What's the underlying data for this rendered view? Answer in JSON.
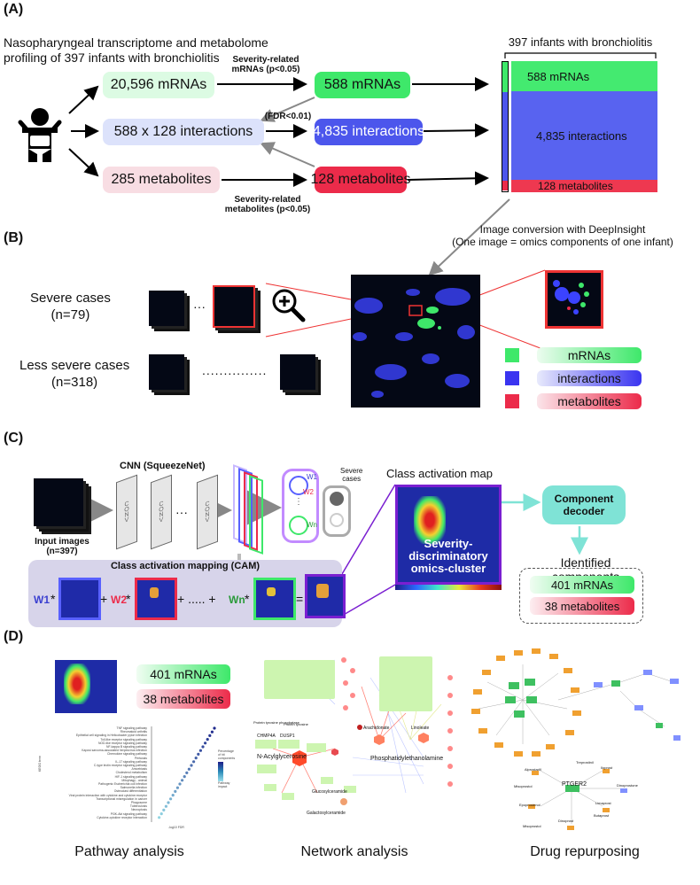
{
  "panels": {
    "a": "(A)",
    "b": "(B)",
    "c": "(C)",
    "d": "(D)"
  },
  "panel_a": {
    "heading_line1": "Nasopharyngeal transcriptome and metabolome",
    "heading_line2": "profiling of 397 infants with bronchiolitis",
    "box_mrna_all": "20,596 mRNAs",
    "box_mrna_sel": "588 mRNAs",
    "box_inter_all": "588 x 128 interactions",
    "box_inter_sel": "4,835 interactions",
    "box_met_all": "285 metabolites",
    "box_met_sel": "128 metabolites",
    "label_mrna_1": "Severity-related",
    "label_mrna_2": "mRNAs (p<0.05)",
    "label_fdr": "(FDR<0.01)",
    "label_met_1": "Severity-related",
    "label_met_2": "metabolites (p<0.05)",
    "matrix_title": "397 infants with bronchiolitis",
    "matrix_mrna": "588 mRNAs",
    "matrix_inter": "4,835 interactions",
    "matrix_met": "128 metabolites"
  },
  "panel_b": {
    "conv_line1": "Image conversion with DeepInsight",
    "conv_line2": "(One image = omics components of one infant)",
    "severe_1": "Severe cases",
    "severe_2": "(n=79)",
    "less_1": "Less severe cases",
    "less_2": "(n=318)",
    "ellipsis_short": "···",
    "ellipsis_long": "...............",
    "legend_mrna": "mRNAs",
    "legend_inter": "interactions",
    "legend_met": "metabolites"
  },
  "panel_c": {
    "cnn_title": "CNN (SqueezeNet)",
    "conv_label": "CONV",
    "dots": "···",
    "input_1": "Input images",
    "input_2": "(n=397)",
    "w1": "W1",
    "w2": "W2",
    "wn": "Wn",
    "severe_1": "Severe",
    "severe_2": "cases",
    "cam_title": "Class activation mapping (CAM)",
    "cam_w1": "W1",
    "cam_w2": "W2",
    "cam_wn": "Wn",
    "cam_star": "*",
    "cam_plus": "+",
    "cam_dots": "+ ..... +",
    "cam_eq": "=",
    "cam_map_title": "Class activation map",
    "cluster_1": "Severity-",
    "cluster_2": "discriminatory",
    "cluster_3": "omics-cluster",
    "decoder_1": "Component",
    "decoder_2": "decoder",
    "identified": "Identified components",
    "id_mrna": "401 mRNAs",
    "id_met": "38 metabolites"
  },
  "panel_d": {
    "mrna": "401 mRNAs",
    "met": "38 metabolites",
    "pathway": "Pathway analysis",
    "network": "Network analysis",
    "drug": "Drug repurposing",
    "pathway_terms": [
      "TNF signaling pathway",
      "Rheumatoid arthritis",
      "Epithelial cell signaling in Helicobacter pylori infection",
      "Toll-like receptor signaling pathway",
      "NOD-like receptor signaling pathway",
      "NF-kappa B signaling pathway",
      "Kaposi sarcoma-associated herpesvirus infection",
      "Chemokine signaling pathway",
      "Pertussis",
      "IL-17 signaling pathway",
      "C-type lectin receptor signaling pathway",
      "Amoebiasis",
      "Cholesterol metabolism",
      "HIF-1 signaling pathway",
      "Mitophagy - animal",
      "Pathogenic Escherichia coli infection",
      "Salmonella infection",
      "Osteoclast differentiation",
      "Viral protein interaction with cytokine and cytokine receptor",
      "Transcriptional misregulation in cancer",
      "Phagosome",
      "Tuberculosis",
      "Necroptosis",
      "PI3K-Akt signaling pathway",
      "Cytokine-cytokine receptor interaction"
    ],
    "pathway_xlabel": "-log10 FDR",
    "pathway_ylabel": "KEGG term",
    "legend_pct_1": "Percentage",
    "legend_pct_2": "of hit components",
    "legend_impact": "Pathway impact",
    "net_labels": {
      "n1": "Protein tyrosine phosphatase",
      "n2": "Protein tyrosine",
      "n3": "CHMP4A",
      "n4": "DUSP1",
      "n5": "N-Acylglycerosine",
      "n6": "Arachidonate",
      "n7": "Linoleate",
      "n8": "Phosphatidylethanolamine",
      "n9": "Glucosylceramide",
      "n10": "Galactosylceramide"
    },
    "drug_labels": {
      "hub": "PTGER2",
      "d1": "Treprostinil",
      "d2": "Alprostadil",
      "d3": "Misoprostol",
      "d4": "Iloprost",
      "d5": "Epoprostenol",
      "d6": "Dinoprost",
      "d7": "Butaprost",
      "d8": "Limaprost",
      "d9": "Dinoprostone",
      "d10": "Misoprostol"
    }
  },
  "colors": {
    "mrna_green": "#3ee86a",
    "inter_blue": "#4c56ec",
    "met_red": "#ec2b4a",
    "light_green": "#dcfbe3",
    "light_blue": "#dce2fb",
    "light_pink": "#f8dde3",
    "teal": "#7fe3d6",
    "purple": "#7a1fd1",
    "cam_bg": "#d7d4ea"
  }
}
